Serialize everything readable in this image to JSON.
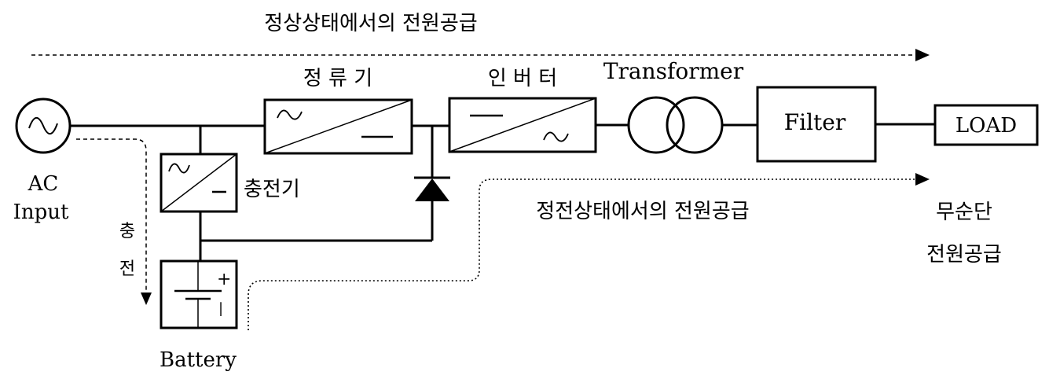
{
  "labels": {
    "normal_supply": "정상상태에서의 전원공급",
    "outage_supply": "정전상태에서의 전원공급",
    "rectifier": "정 류 기",
    "inverter": "인 버 터",
    "transformer": "Transformer",
    "filter": "Filter",
    "load": "LOAD",
    "ac_input_line1": "AC",
    "ac_input_line2": "Input",
    "charger": "충전기",
    "battery": "Battery",
    "charge_char1": "충",
    "charge_char2": "전",
    "ups_line1": "무순단",
    "ups_line2": "전원공급",
    "battery_plus": "+",
    "battery_minus": "|",
    "inverter_dc_symbol": "—"
  }
}
